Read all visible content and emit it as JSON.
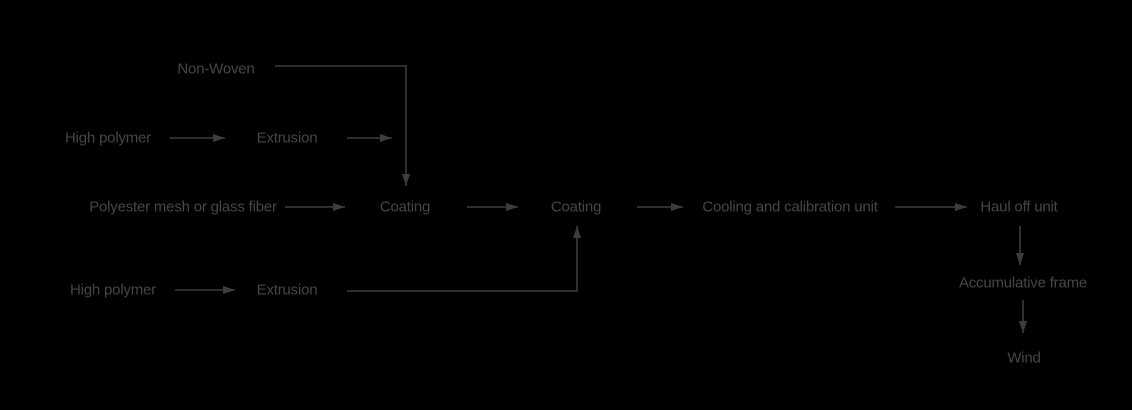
{
  "diagram": {
    "type": "flowchart",
    "description": "Extrusion coating production line flow diagram",
    "colors": {
      "background": "#000000",
      "text": "#464646",
      "line": "#3d3d3d"
    },
    "nodes": {
      "non_woven": "Non-Woven",
      "high_polymer_1": "High polymer",
      "extrusion_1": "Extrusion",
      "polyester_mesh": "Polyester mesh or glass fiber",
      "coating_1": "Coating",
      "coating_2": "Coating",
      "cooling_unit": "Cooling and calibration unit",
      "haul_off_unit": "Haul off unit",
      "accumulative_frame": "Accumulative frame",
      "wind": "Wind",
      "high_polymer_2": "High polymer",
      "extrusion_2": "Extrusion"
    },
    "connections": [
      "High polymer -> Extrusion (top)",
      "Extrusion (top) -> Non-Woven feed line",
      "Non-Woven -> Coating (first)",
      "Polyester mesh or glass fiber -> Coating (first)",
      "Coating (first) -> Coating (second)",
      "High polymer -> Extrusion (bottom)",
      "Extrusion (bottom) -> Coating (second)",
      "Coating (second) -> Cooling and calibration unit",
      "Cooling and calibration unit -> Haul off unit",
      "Haul off unit -> Accumulative frame",
      "Accumulative frame -> Wind"
    ]
  }
}
